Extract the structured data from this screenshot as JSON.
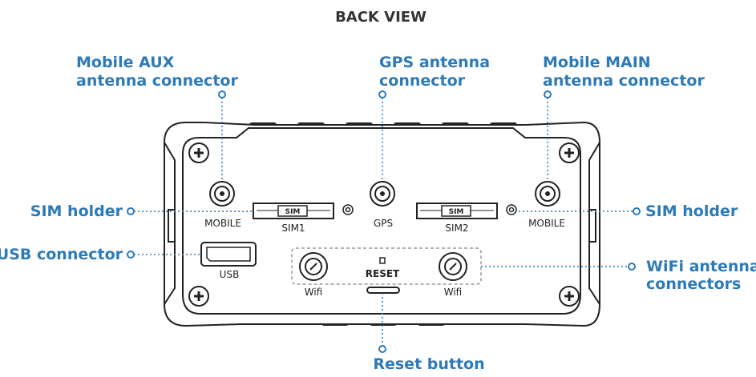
{
  "title": "BACK VIEW",
  "colors": {
    "callout": "#2d7ab8",
    "outline": "#222222"
  },
  "callouts": {
    "mobile_aux": {
      "line1": "Mobile AUX",
      "line2": "antenna connector"
    },
    "gps": {
      "line1": "GPS antenna",
      "line2": "connector"
    },
    "mobile_main": {
      "line1": "Mobile MAIN",
      "line2": "antenna connector"
    },
    "sim_holder_left": "SIM holder",
    "sim_holder_right": "SIM holder",
    "usb": "USB connector",
    "wifi": {
      "line1": "WiFi antenna",
      "line2": "connectors"
    },
    "reset": "Reset button"
  },
  "ports": {
    "mobile_left": "MOBILE",
    "sim1": "SIM1",
    "sim_slot": "SIM",
    "gps": "GPS",
    "sim2": "SIM2",
    "mobile_right": "MOBILE",
    "usb": "USB",
    "reset": "RESET",
    "wifi_left": "Wifi",
    "wifi_right": "Wifi"
  }
}
